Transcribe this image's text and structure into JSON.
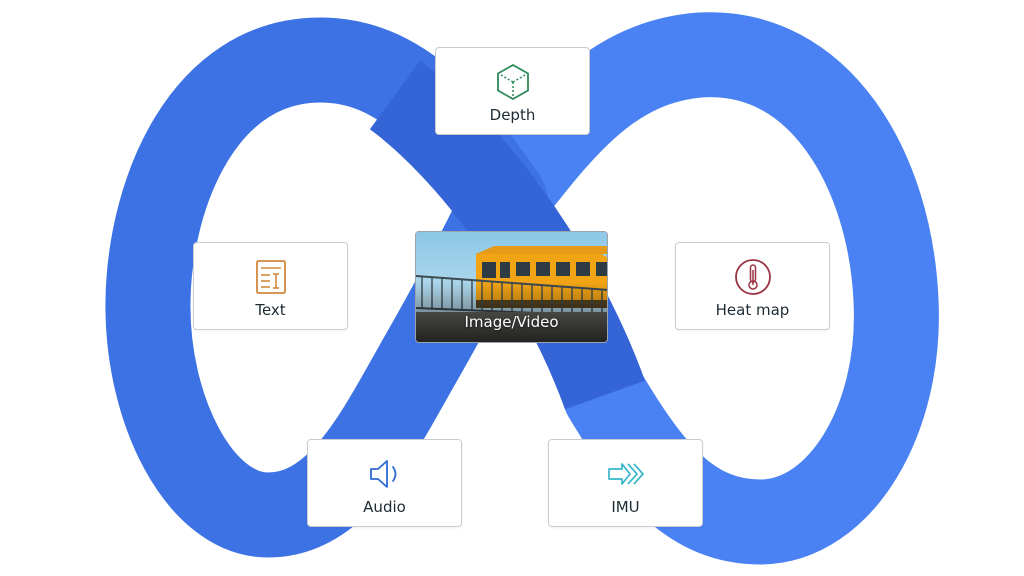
{
  "colors": {
    "loop_dark": "#3466d6",
    "loop_light": "#4d86f5",
    "card_border": "#c9cdd3",
    "text": "#1c2b33",
    "depth_icon": "#2f8a5a",
    "text_icon": "#d2883d",
    "heatmap_icon": "#9a3344",
    "audio_icon": "#2e6ad1",
    "imu_icon": "#36b6c9"
  },
  "modalities": {
    "depth": {
      "label": "Depth",
      "icon": "cube-icon"
    },
    "text": {
      "label": "Text",
      "icon": "document-text-icon"
    },
    "heatmap": {
      "label": "Heat map",
      "icon": "thermometer-icon"
    },
    "audio": {
      "label": "Audio",
      "icon": "speaker-icon"
    },
    "imu": {
      "label": "IMU",
      "icon": "motion-arrows-icon"
    },
    "image": {
      "label": "Image/Video",
      "icon": "train-photo"
    }
  }
}
